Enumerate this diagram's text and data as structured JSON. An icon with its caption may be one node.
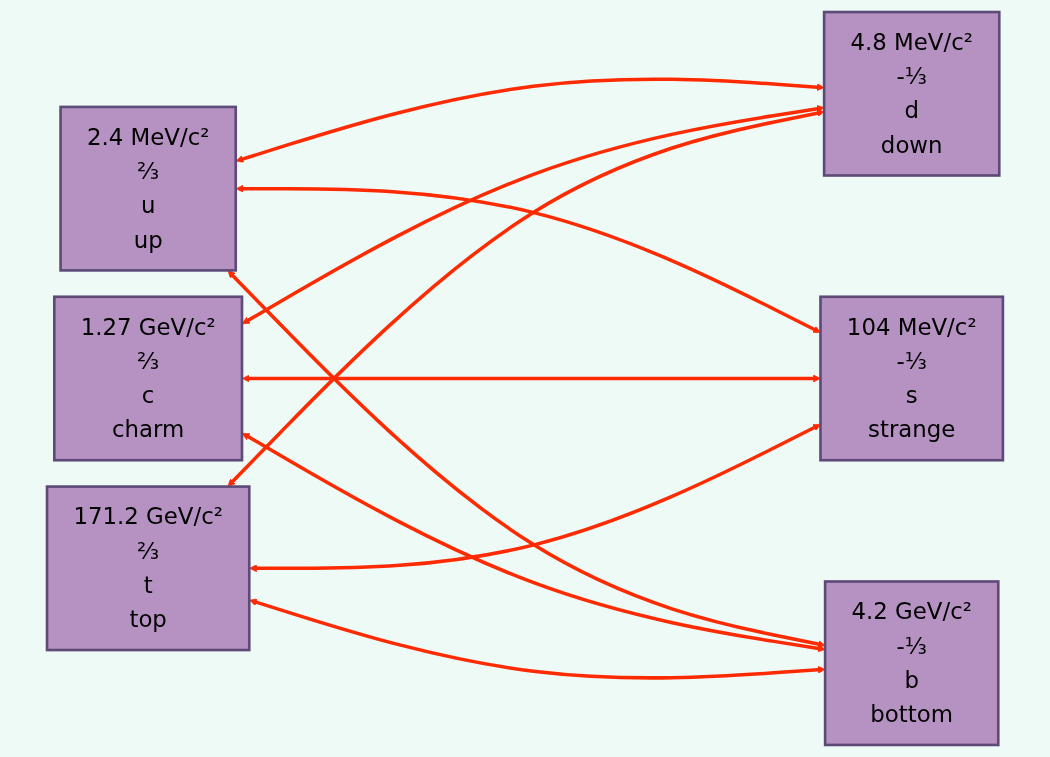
{
  "diagram": {
    "nodes": [
      {
        "text": [
          "2.4 MeV/c²",
          "⅔",
          "u",
          "up"
        ]
      },
      {
        "text": [
          "1.27 GeV/c²",
          "⅔",
          "c",
          "charm"
        ]
      },
      {
        "text": [
          "171.2 GeV/c²",
          "⅔",
          "t",
          "top"
        ]
      },
      {
        "text": [
          "4.8 MeV/c²",
          "-⅓",
          "d",
          "down"
        ]
      },
      {
        "text": [
          "104 MeV/c²",
          "-⅓",
          "s",
          "strange"
        ]
      },
      {
        "text": [
          "4.2 GeV/c²",
          "-⅓",
          "b",
          "bottom"
        ]
      }
    ],
    "edges": [
      {
        "from": 0,
        "to": 3,
        "arrow": "both"
      },
      {
        "from": 0,
        "to": 4,
        "arrow": "both"
      },
      {
        "from": 0,
        "to": 5,
        "arrow": "both"
      },
      {
        "from": 1,
        "to": 3,
        "arrow": "both"
      },
      {
        "from": 1,
        "to": 4,
        "arrow": "both"
      },
      {
        "from": 1,
        "to": 5,
        "arrow": "both"
      },
      {
        "from": 2,
        "to": 3,
        "arrow": "both"
      },
      {
        "from": 2,
        "to": 4,
        "arrow": "both"
      },
      {
        "from": 2,
        "to": 5,
        "arrow": "both"
      }
    ]
  }
}
